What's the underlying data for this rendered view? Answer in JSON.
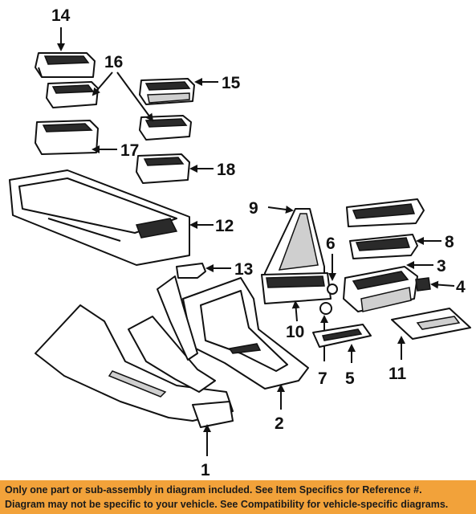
{
  "diagram": {
    "callouts": [
      "1",
      "2",
      "3",
      "4",
      "5",
      "6",
      "7",
      "8",
      "9",
      "10",
      "11",
      "12",
      "13",
      "14",
      "15",
      "16",
      "17",
      "18"
    ]
  },
  "footer": {
    "line1": "Only one part or sub-assembly in diagram included. See Item Specifics for Reference #.",
    "line2": "Diagram may not be specific to your vehicle. See Compatibility for vehicle-specific diagrams."
  },
  "colors": {
    "footer_background": "#f2a23a",
    "ink": "#111111"
  }
}
